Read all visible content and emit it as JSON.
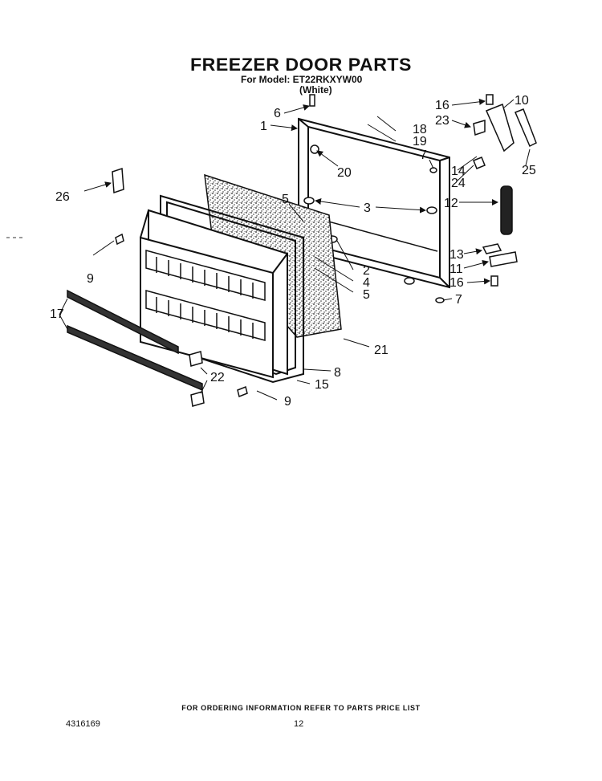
{
  "header": {
    "title": "FREEZER DOOR PARTS",
    "model": "For Model: ET22RKXYW00",
    "color": "(White)"
  },
  "callouts": [
    {
      "id": "c1",
      "label": "1"
    },
    {
      "id": "c2",
      "label": "2"
    },
    {
      "id": "c3",
      "label": "3"
    },
    {
      "id": "c4",
      "label": "4"
    },
    {
      "id": "c5a",
      "label": "5"
    },
    {
      "id": "c5b",
      "label": "5"
    },
    {
      "id": "c6",
      "label": "6"
    },
    {
      "id": "c7a",
      "label": "7"
    },
    {
      "id": "c7b",
      "label": "7"
    },
    {
      "id": "c8",
      "label": "8"
    },
    {
      "id": "c9a",
      "label": "9"
    },
    {
      "id": "c9b",
      "label": "9"
    },
    {
      "id": "c10",
      "label": "10"
    },
    {
      "id": "c11",
      "label": "11"
    },
    {
      "id": "c12",
      "label": "12"
    },
    {
      "id": "c13",
      "label": "13"
    },
    {
      "id": "c14",
      "label": "14"
    },
    {
      "id": "c15",
      "label": "15"
    },
    {
      "id": "c16a",
      "label": "16"
    },
    {
      "id": "c16b",
      "label": "16"
    },
    {
      "id": "c17",
      "label": "17"
    },
    {
      "id": "c18",
      "label": "18"
    },
    {
      "id": "c19",
      "label": "19"
    },
    {
      "id": "c20",
      "label": "20"
    },
    {
      "id": "c21",
      "label": "21"
    },
    {
      "id": "c22",
      "label": "22"
    },
    {
      "id": "c23",
      "label": "23"
    },
    {
      "id": "c24",
      "label": "24"
    },
    {
      "id": "c25",
      "label": "25"
    },
    {
      "id": "c26",
      "label": "26"
    }
  ],
  "footer": {
    "ordering_info": "FOR ORDERING INFORMATION REFER TO PARTS PRICE LIST",
    "part_number": "4316169",
    "page_number": "12"
  }
}
